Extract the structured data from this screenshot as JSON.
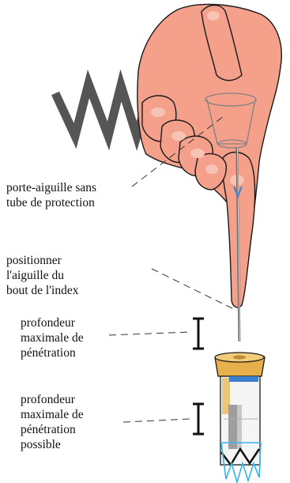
{
  "labels": {
    "holder_no_tube": "porte-aiguille sans\ntube de protection",
    "position_needle": "positionner\nl'aiguille du\nbout de l'index",
    "max_penetration": "profondeur\nmaximale de\npénétration",
    "max_penetration_possible": "profondeur\nmaximale de\npénétration\npossible"
  },
  "colors": {
    "skin": "#f4a08b",
    "skin_shadow": "#e08a78",
    "outline": "#1a1a1a",
    "zigzag": "#555555",
    "needle": "#9a9a9a",
    "cap": "#e8b04a",
    "tube_stripe": "#3a7fd0",
    "spring": "#33b5e5"
  }
}
